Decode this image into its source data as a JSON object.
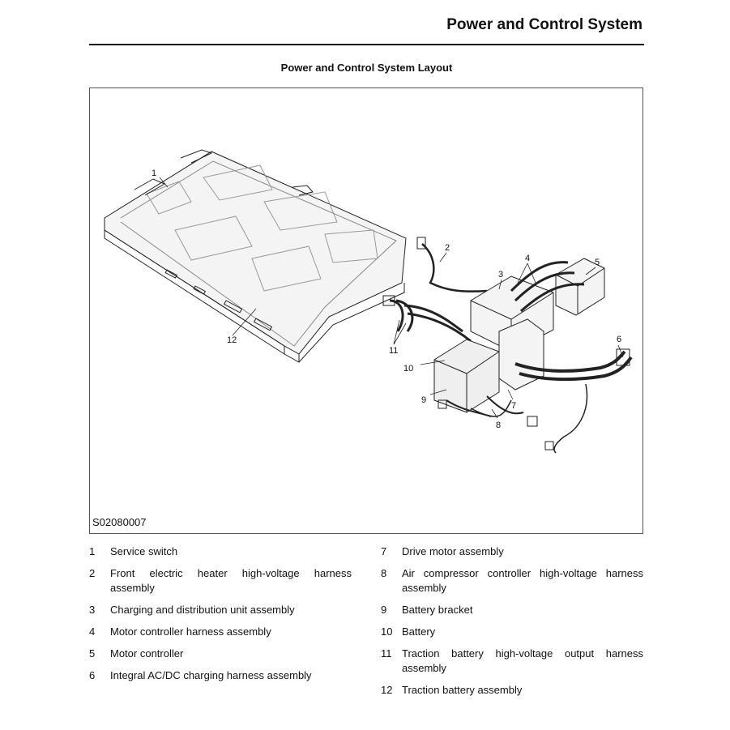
{
  "header": {
    "title": "Power and Control System"
  },
  "figure": {
    "title": "Power and Control System Layout",
    "code": "S02080007",
    "callouts": [
      "1",
      "2",
      "3",
      "4",
      "5",
      "6",
      "7",
      "8",
      "9",
      "10",
      "11",
      "12"
    ]
  },
  "legend": {
    "left": [
      {
        "num": "1",
        "text": "Service switch"
      },
      {
        "num": "2",
        "text": "Front electric heater high-voltage harness assembly"
      },
      {
        "num": "3",
        "text": "Charging and distribution unit assembly"
      },
      {
        "num": "4",
        "text": "Motor controller harness assembly"
      },
      {
        "num": "5",
        "text": "Motor controller"
      },
      {
        "num": "6",
        "text": "Integral AC/DC charging harness assembly"
      }
    ],
    "right": [
      {
        "num": "7",
        "text": "Drive motor assembly"
      },
      {
        "num": "8",
        "text": "Air compressor controller high-voltage harness assembly"
      },
      {
        "num": "9",
        "text": "Battery bracket"
      },
      {
        "num": "10",
        "text": "Battery"
      },
      {
        "num": "11",
        "text": "Traction battery high-voltage output harness assembly"
      },
      {
        "num": "12",
        "text": "Traction battery assembly"
      }
    ]
  }
}
